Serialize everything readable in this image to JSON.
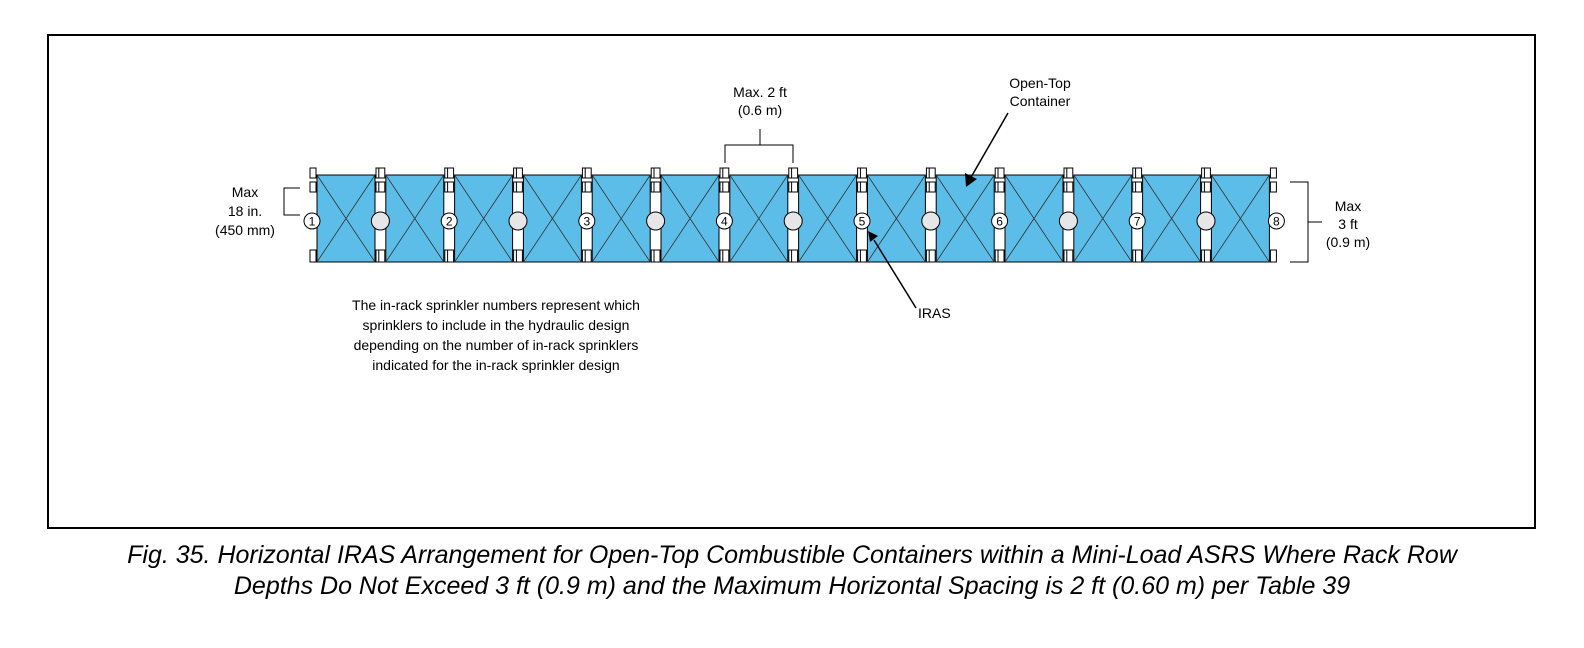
{
  "labels": {
    "spacing": [
      "Max. 2 ft",
      "(0.6 m)"
    ],
    "container": [
      "Open-Top",
      "Container"
    ],
    "left_dim": [
      "Max",
      "18 in.",
      "(450 mm)"
    ],
    "right_dim": [
      "Max",
      "3 ft",
      "(0.9 m)"
    ],
    "iras": "IRAS",
    "note": [
      "The in-rack sprinkler numbers represent which",
      "sprinklers to include in the hydraulic design",
      "depending on the number of in-rack sprinklers",
      "indicated for the in-rack sprinkler design"
    ]
  },
  "sprinkler_numbers": [
    "1",
    "2",
    "3",
    "4",
    "5",
    "6",
    "7",
    "8"
  ],
  "container_count": 14,
  "colors": {
    "container_fill": "#5bbde8",
    "stroke": "#000000",
    "sprinkler_fill": "#e6e6e6"
  },
  "caption": [
    "Fig. 35. Horizontal IRAS Arrangement for Open-Top Combustible Containers within a Mini-Load ASRS Where Rack Row",
    "Depths Do Not Exceed 3 ft (0.9 m) and the Maximum Horizontal Spacing is 2 ft (0.60 m) per Table 39"
  ]
}
